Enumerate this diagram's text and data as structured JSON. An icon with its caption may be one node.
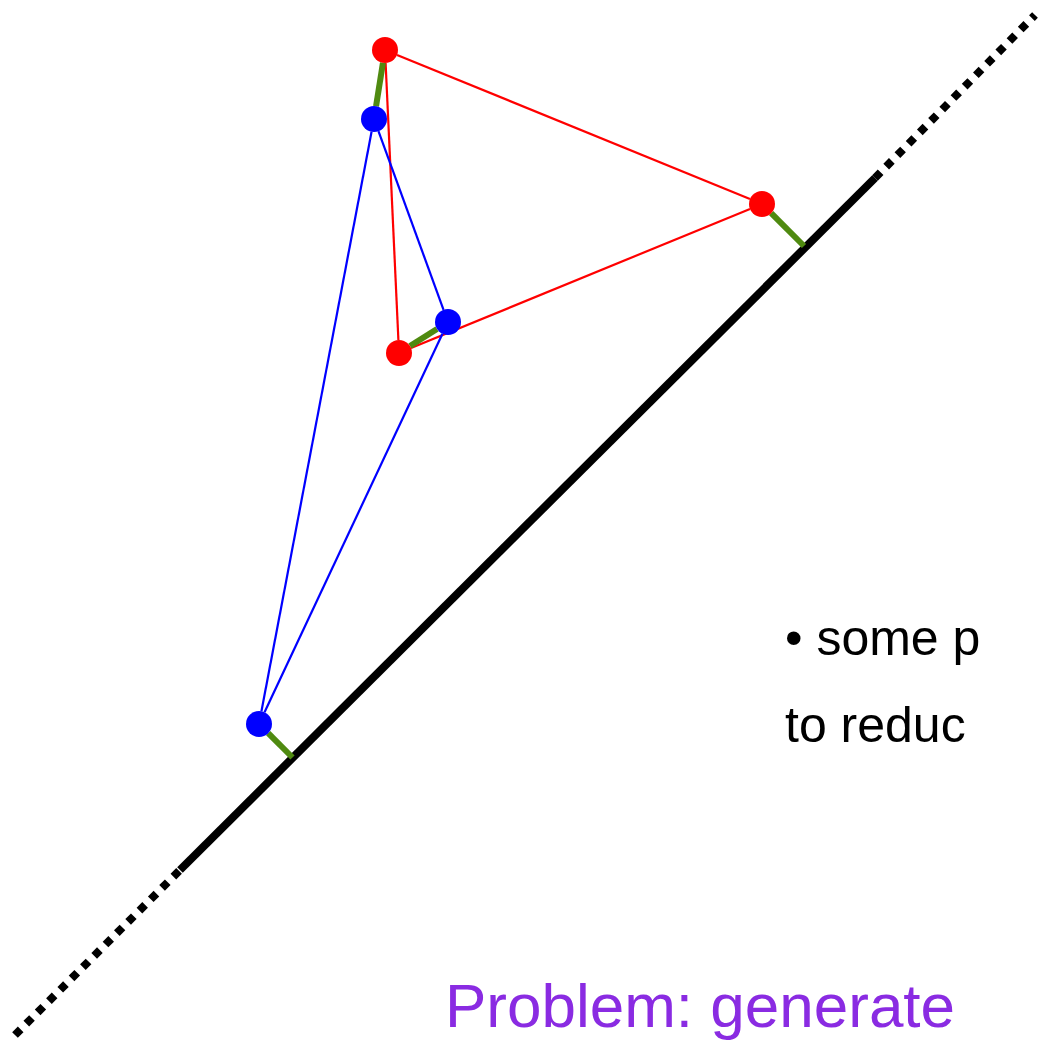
{
  "diagram": {
    "nodes": [
      {
        "text": [],
        "shape": "circle"
      },
      {
        "text": [],
        "shape": "circle"
      },
      {
        "text": [],
        "shape": "circle"
      },
      {
        "text": [],
        "shape": "circle"
      },
      {
        "text": [],
        "shape": "circle"
      },
      {
        "text": [],
        "shape": "circle"
      }
    ],
    "edges": [
      {
        "from": 0,
        "to": 1,
        "arrow": "none",
        "color": "#ff0000"
      },
      {
        "from": 1,
        "to": 2,
        "arrow": "none",
        "color": "#ff0000"
      },
      {
        "from": 2,
        "to": 0,
        "arrow": "none",
        "color": "#ff0000"
      },
      {
        "from": 3,
        "to": 4,
        "arrow": "none",
        "color": "#0000ff"
      },
      {
        "from": 4,
        "to": 5,
        "arrow": "none",
        "color": "#0000ff"
      },
      {
        "from": 5,
        "to": 3,
        "arrow": "none",
        "color": "#0000ff"
      },
      {
        "from": 0,
        "to": 3,
        "arrow": "none",
        "style": "thick",
        "color": "#4f8a10"
      },
      {
        "from": 2,
        "to": 4,
        "arrow": "none",
        "style": "thick",
        "color": "#4f8a10"
      },
      {
        "from": 1,
        "to": null,
        "arrow": "none",
        "style": "thick",
        "color": "#4f8a10"
      },
      {
        "from": 5,
        "to": null,
        "arrow": "none",
        "style": "thick",
        "color": "#4f8a10"
      }
    ],
    "labels": [
      "• some p",
      "to reduc",
      "Problem: generate"
    ]
  }
}
